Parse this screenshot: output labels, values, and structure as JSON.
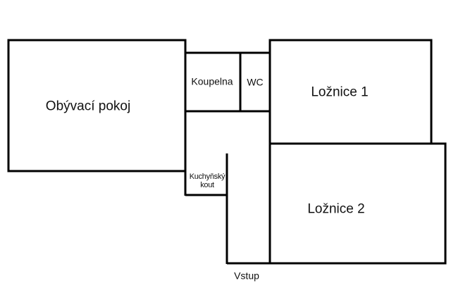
{
  "rooms": {
    "living_room": "Obývací pokoj",
    "bathroom": "Koupelna",
    "wc": "WC",
    "bedroom1": "Ložnice 1",
    "bedroom2": "Ložnice 2",
    "kitchen_line1": "Kuchyňský",
    "kitchen_line2": "kout",
    "entrance": "Vstup"
  },
  "colors": {
    "wall": "#000000",
    "background": "#ffffff"
  }
}
